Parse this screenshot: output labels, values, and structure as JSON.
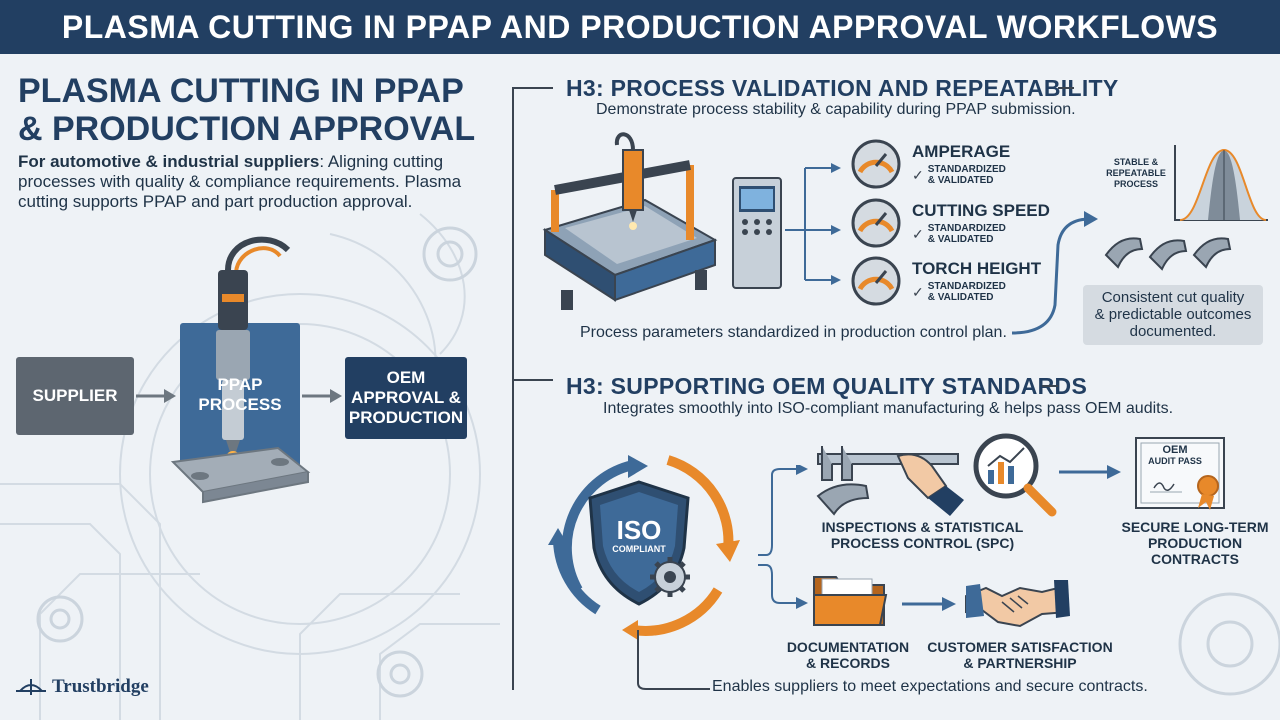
{
  "banner": {
    "title": "PLASMA CUTTING IN PPAP AND PRODUCTION APPROVAL WORKFLOWS"
  },
  "left": {
    "title_line1": "PLASMA CUTTING IN PPAP",
    "title_line2": "& PRODUCTION APPROVAL",
    "desc_bold": "For automotive & industrial suppliers",
    "desc_rest": ": Aligning cutting processes with quality & compliance requirements. Plasma cutting supports PPAP and part production approval.",
    "flow": {
      "supplier": "SUPPLIER",
      "ppap_line1": "PPAP",
      "ppap_line2": "PROCESS",
      "oem_line1": "OEM",
      "oem_line2": "APPROVAL &",
      "oem_line3": "PRODUCTION"
    },
    "logo": "Trustbridge"
  },
  "section1": {
    "heading": "H3: PROCESS VALIDATION AND REPEATABILITY",
    "subheading": "Demonstrate process stability & capability during PPAP submission.",
    "params": [
      {
        "title": "AMPERAGE",
        "line1": "STANDARDIZED",
        "line2": "& VALIDATED"
      },
      {
        "title": "CUTTING SPEED",
        "line1": "STANDARDIZED",
        "line2": "& VALIDATED"
      },
      {
        "title": "TORCH HEIGHT",
        "line1": "STANDARDIZED",
        "line2": "& VALIDATED"
      }
    ],
    "bottom_note": "Process parameters standardized in production control plan.",
    "chart_label_1": "STABLE &",
    "chart_label_2": "REPEATABLE",
    "chart_label_3": "PROCESS",
    "result_1": "Consistent cut quality",
    "result_2": "& predictable outcomes",
    "result_3": "documented."
  },
  "section2": {
    "heading": "H3: SUPPORTING OEM QUALITY STANDARDS",
    "subheading": "Integrates smoothly into ISO-compliant manufacturing & helps pass OEM audits.",
    "iso_badge": "ISO",
    "iso_sub": "COMPLIANT",
    "spc_line1": "INSPECTIONS & STATISTICAL",
    "spc_line2": "PROCESS CONTROL (SPC)",
    "cert_line1": "OEM",
    "cert_line2": "AUDIT PASS",
    "contracts_line1": "SECURE LONG-TERM",
    "contracts_line2": "PRODUCTION CONTRACTS",
    "docs_line1": "DOCUMENTATION",
    "docs_line2": "& RECORDS",
    "cust_line1": "CUSTOMER SATISFACTION",
    "cust_line2": "& PARTNERSHIP",
    "bottom_note": "Enables suppliers to meet expectations and secure contracts."
  },
  "colors": {
    "navy": "#223f62",
    "orange": "#e8892a",
    "steel": "#4f7ca8",
    "gray_box": "#5d6670"
  }
}
